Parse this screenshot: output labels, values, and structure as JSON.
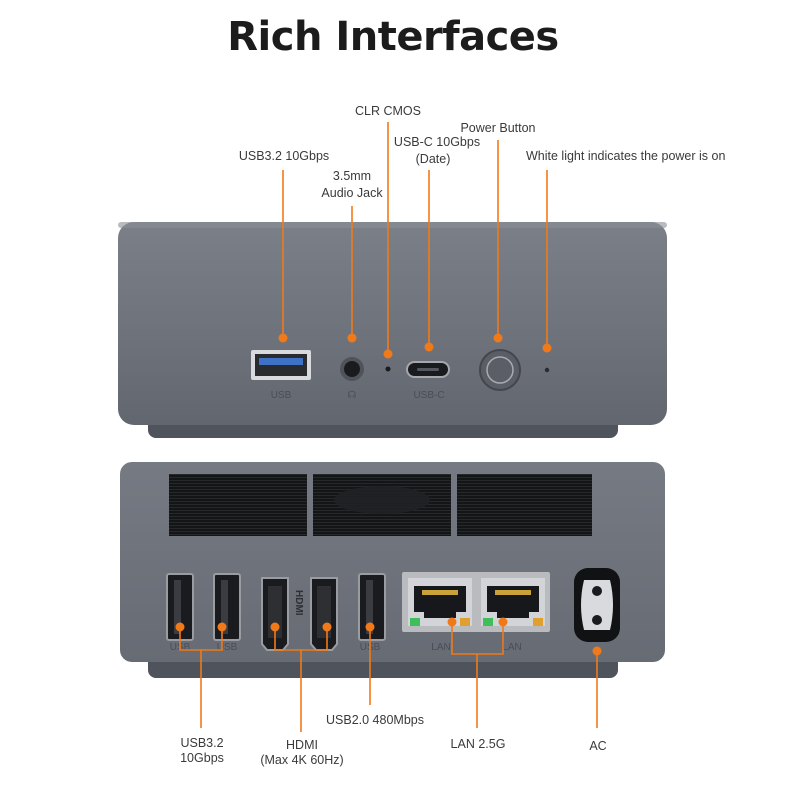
{
  "title": "Rich Interfaces",
  "colors": {
    "accent": "#f07a1a",
    "device_body": "#6e727c",
    "device_dark": "#4b4f57",
    "port_black": "#1a1b1e"
  },
  "front": {
    "callouts": {
      "usb32": "USB3.2 10Gbps",
      "audio_line1": "3.5mm",
      "audio_line2": "Audio Jack",
      "clr_cmos": "CLR CMOS",
      "usbc_line1": "USB-C 10Gbps",
      "usbc_line2": "(Date)",
      "power_button": "Power Button",
      "power_led": "White light indicates the power is on"
    },
    "port_labels": {
      "usb": "USB",
      "usbc": "USB-C"
    }
  },
  "rear": {
    "port_labels": {
      "usb1": "USB",
      "usb2": "USB",
      "usb3": "USB",
      "hdmi": "HDMI",
      "lan1": "LAN",
      "lan2": "LAN"
    },
    "callouts": {
      "usb32_line1": "USB3.2",
      "usb32_line2": "10Gbps",
      "hdmi_line1": "HDMI",
      "hdmi_line2": "(Max 4K 60Hz)",
      "usb20": "USB2.0 480Mbps",
      "lan": "LAN 2.5G",
      "ac": "AC"
    }
  }
}
